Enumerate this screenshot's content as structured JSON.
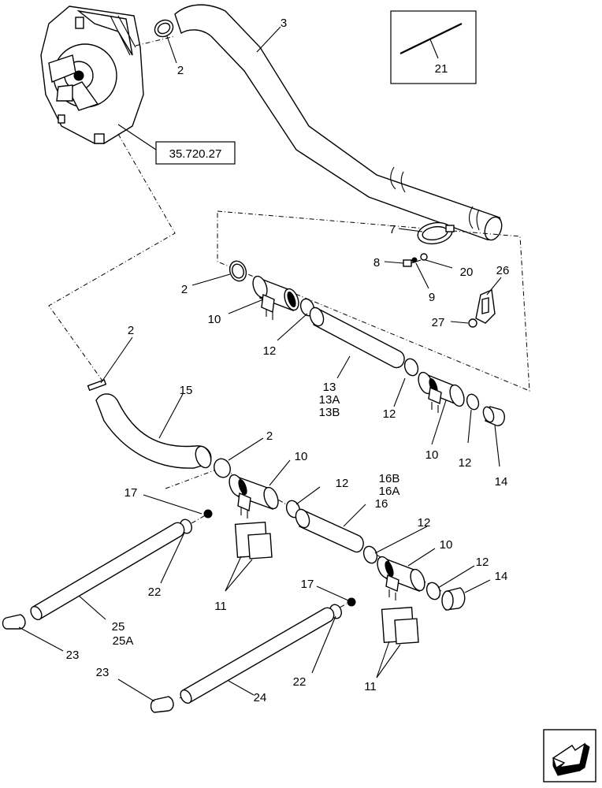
{
  "diagram": {
    "reference_box": {
      "label": "35.720.27"
    },
    "inset": {
      "callout": "21"
    },
    "callouts": {
      "c2a": "2",
      "c3": "3",
      "c7": "7",
      "c8": "8",
      "c20": "20",
      "c9": "9",
      "c26": "26",
      "c27": "27",
      "c2b": "2",
      "c10a": "10",
      "c12a": "12",
      "c13": "13",
      "c13a": "13A",
      "c13b": "13B",
      "c12b": "12",
      "c10b": "10",
      "c12c": "12",
      "c14a": "14",
      "c2c": "2",
      "c15": "15",
      "c2d": "2",
      "c10c": "10",
      "c17a": "17",
      "c12d": "12",
      "c16b": "16B",
      "c16a": "16A",
      "c16": "16",
      "c12e": "12",
      "c10d": "10",
      "c12f": "12",
      "c14b": "14",
      "c22a": "22",
      "c11a": "11",
      "c25": "25",
      "c25a": "25A",
      "c23a": "23",
      "c17b": "17",
      "c22b": "22",
      "c11b": "11",
      "c23b": "23",
      "c24": "24"
    },
    "nav_icon": "next-page-arrow-icon"
  }
}
